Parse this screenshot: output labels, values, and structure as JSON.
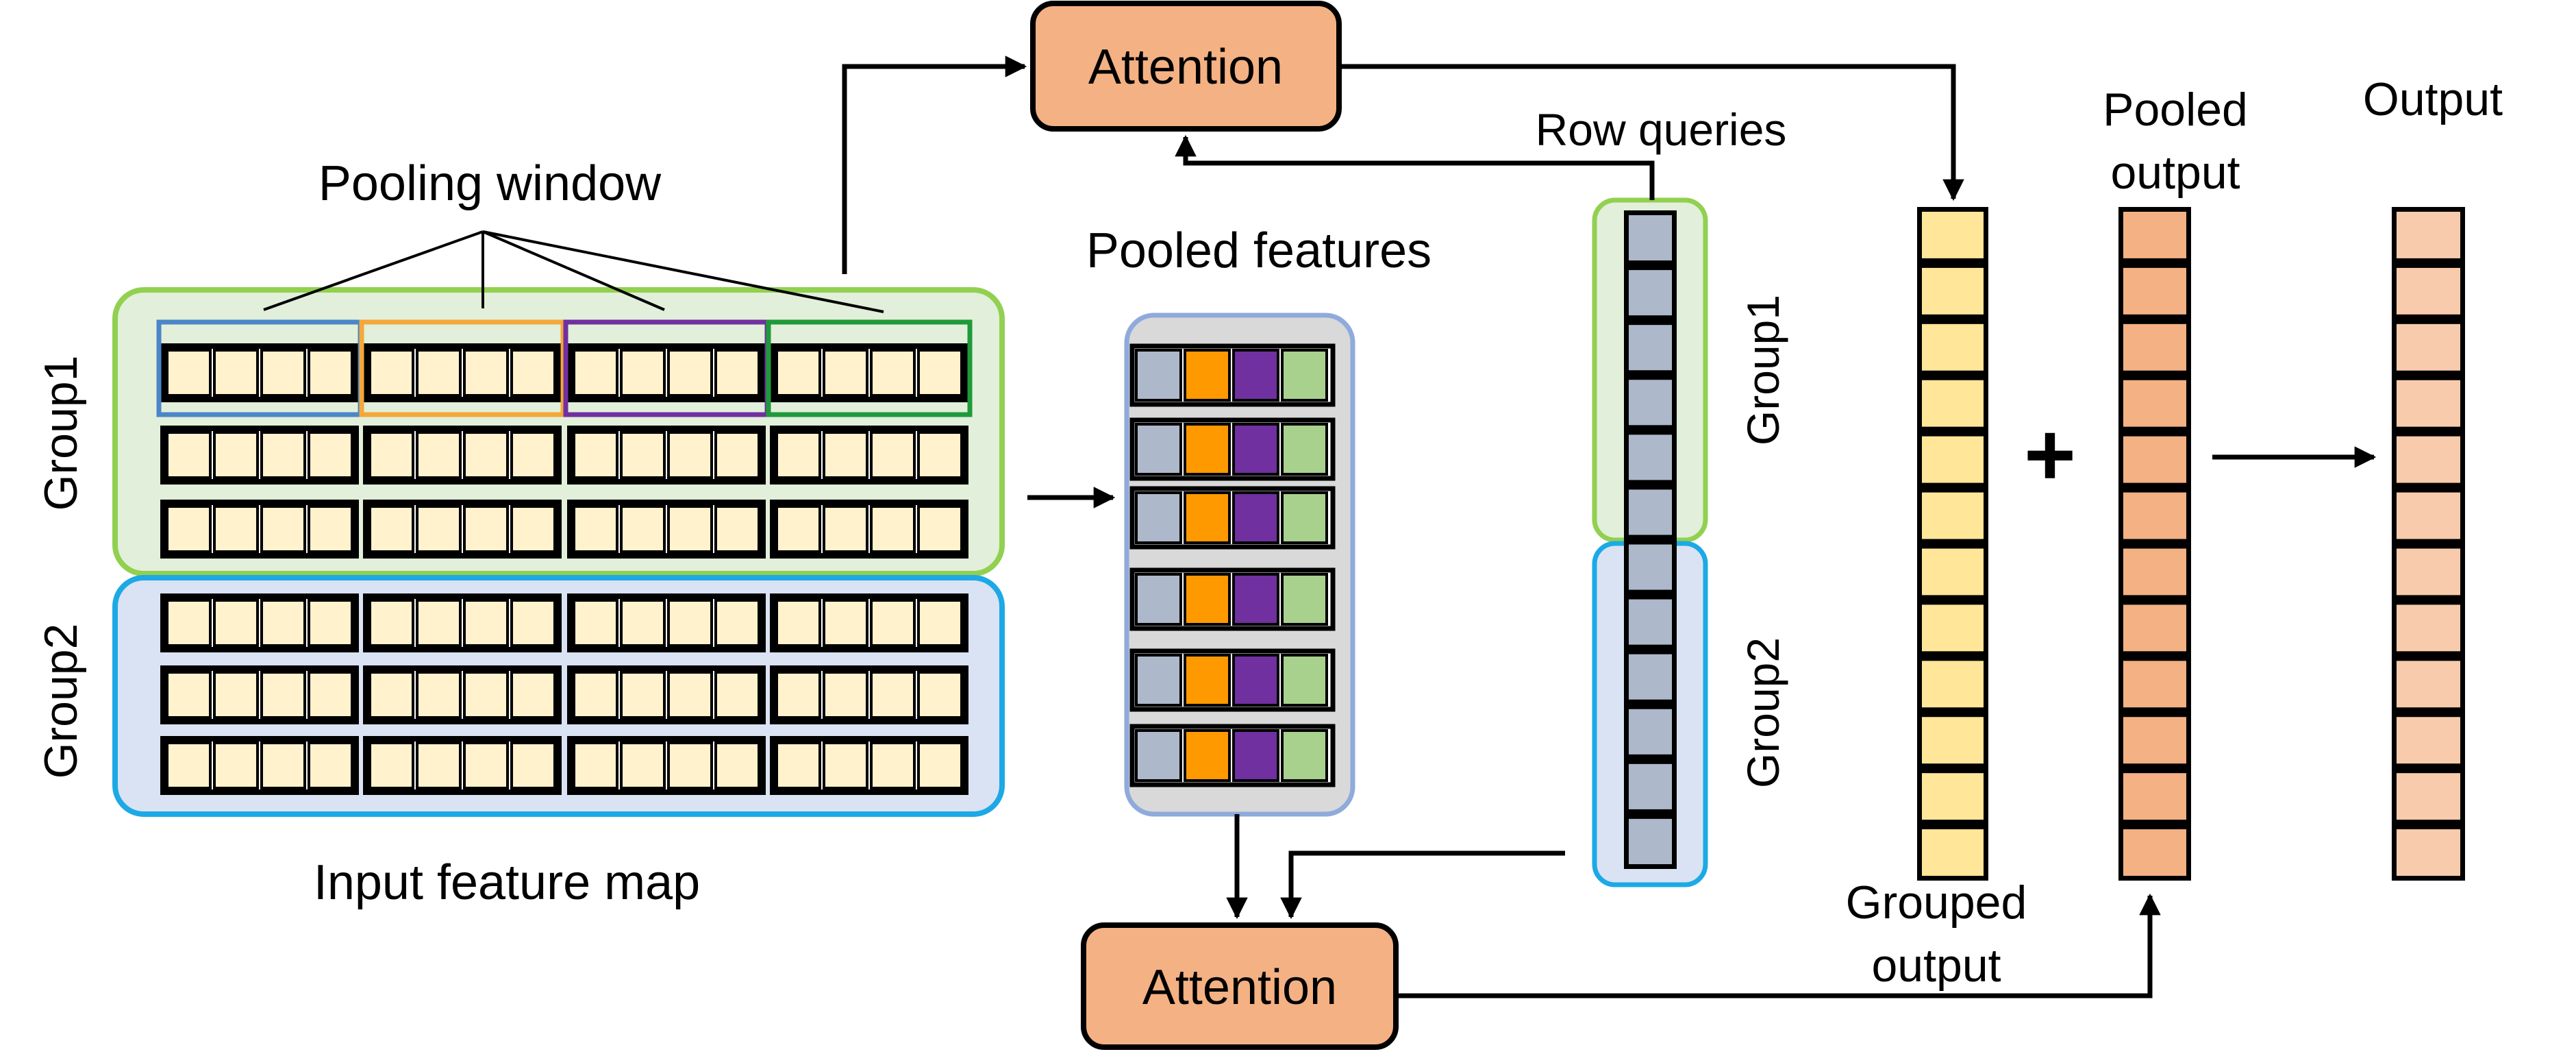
{
  "labels": {
    "pooling_window": "Pooling window",
    "pooled_features": "Pooled features",
    "row_queries": "Row queries",
    "group1": "Group1",
    "group2": "Group2",
    "input_feature_map": "Input feature map",
    "attention_top": "Attention",
    "attention_bottom": "Attention",
    "pooled_output": [
      "Pooled",
      "output"
    ],
    "output": "Output",
    "grouped_output": [
      "Grouped",
      "output"
    ],
    "plus": "+"
  },
  "colors": {
    "cell_fill": "#fff2cc",
    "group1_fill": "#e2efda",
    "group1_border": "#92d050",
    "group2_fill": "#dae3f3",
    "group2_border": "#1ca9e6",
    "pooled_panel_fill": "#d9d9d9",
    "pooled_panel_border": "#8faadc",
    "pooled_cells": [
      "#adb9ca",
      "#ff9900",
      "#7030a0",
      "#a9d18e"
    ],
    "query_cell": "#adb9ca",
    "attention_fill": "#f4b183",
    "grouped_output_cell": "#ffe699",
    "pooled_output_cell": "#f4b183",
    "output_cell": "#f8cbad",
    "window_borders": [
      "#4a86c8",
      "#f4a83a",
      "#7030a0",
      "#1f9a3a"
    ]
  }
}
